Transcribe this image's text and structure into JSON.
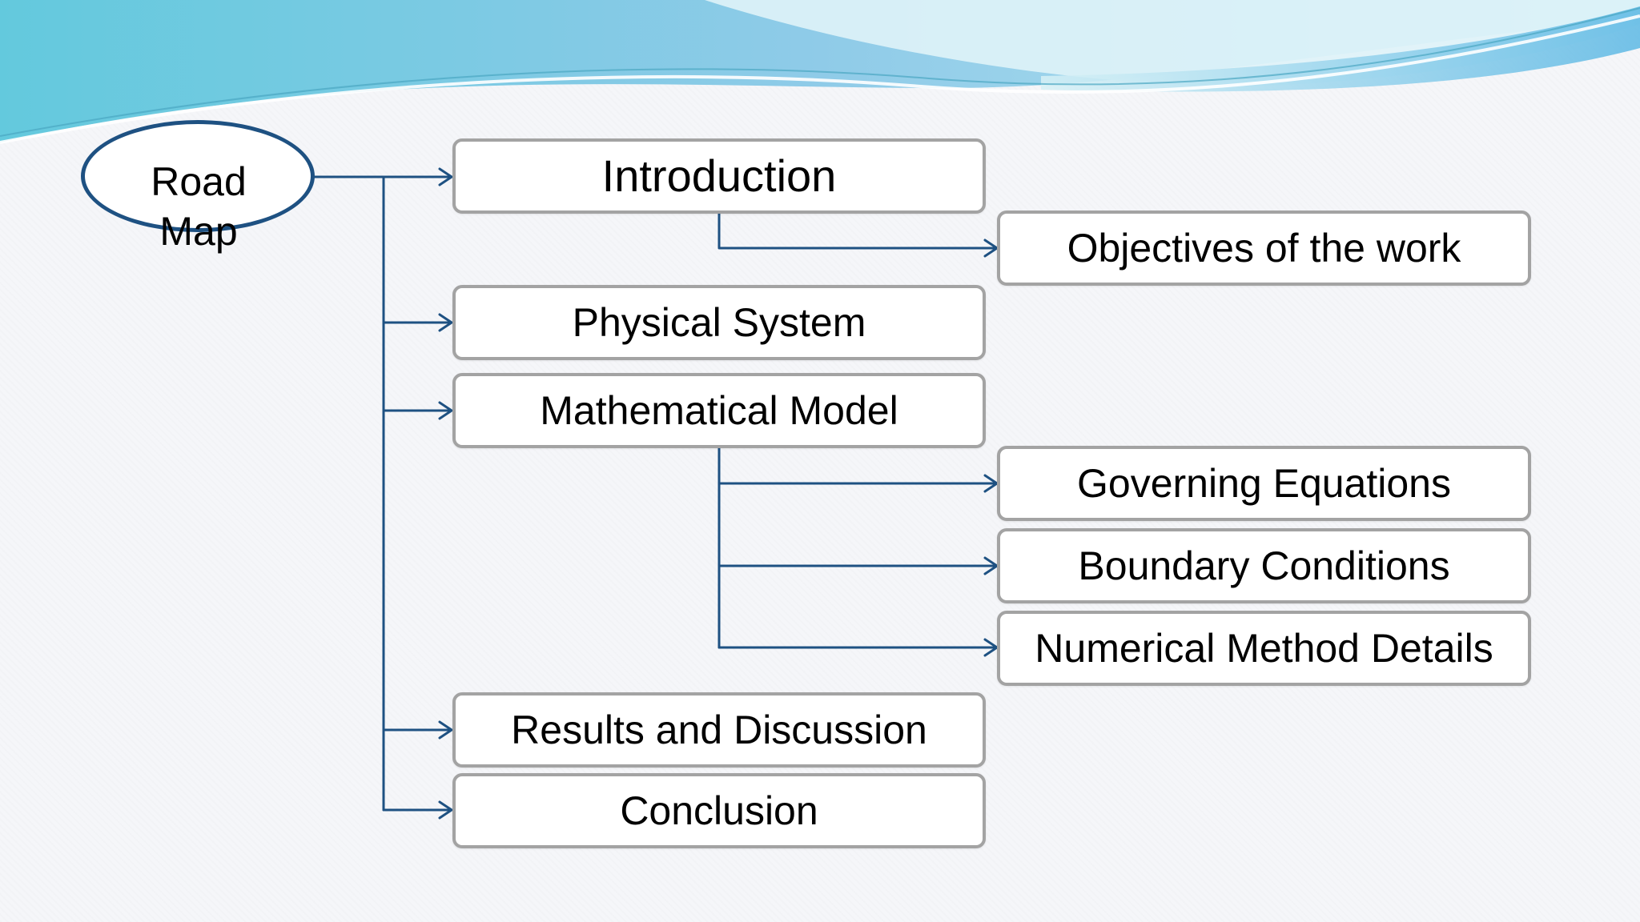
{
  "diagram": {
    "root": {
      "line1": "Road",
      "line2": "Map"
    },
    "sections": {
      "introduction": "Introduction",
      "objectives": "Objectives of the work",
      "physical_system": "Physical System",
      "mathematical_model": "Mathematical Model",
      "governing_equations": "Governing Equations",
      "boundary_conditions": "Boundary Conditions",
      "numerical_method": "Numerical Method Details",
      "results": "Results and Discussion",
      "conclusion": "Conclusion"
    }
  },
  "colors": {
    "connector": "#1e5182",
    "box_border": "#a3a3a3",
    "wave_light": "#9fe0ee",
    "wave_deep": "#5fb6e2"
  }
}
